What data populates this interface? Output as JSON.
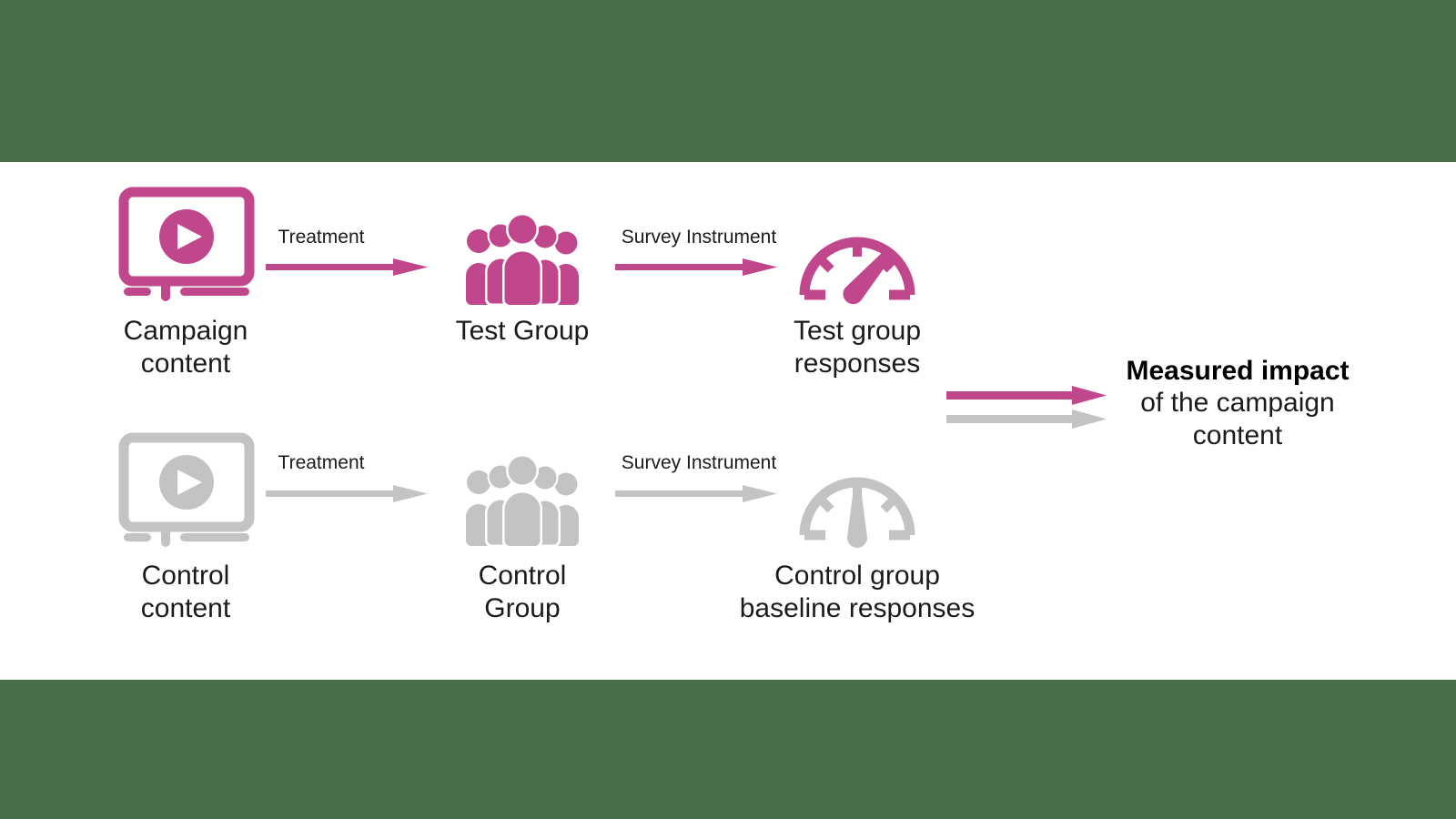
{
  "theme": {
    "banner_color": "#4a6e49",
    "background_color": "#ffffff",
    "test_color": "#c1478c",
    "control_color": "#c3c3c3",
    "text_color": "#1b1b1b"
  },
  "diagram": {
    "type": "flow",
    "rows": [
      {
        "id": "test-row",
        "variant": "test",
        "color": "#c1478c",
        "nodes": [
          {
            "id": "campaign-content",
            "icon": "video-player-icon",
            "label": "Campaign\ncontent"
          },
          {
            "id": "test-group",
            "icon": "people-group-icon",
            "label": "Test Group"
          },
          {
            "id": "test-group-responses",
            "icon": "gauge-icon",
            "label": "Test group\nresponses"
          }
        ],
        "edges": [
          {
            "id": "edge-treatment-test",
            "label": "Treatment"
          },
          {
            "id": "edge-survey-test",
            "label": "Survey Instrument"
          }
        ]
      },
      {
        "id": "control-row",
        "variant": "control",
        "color": "#c3c3c3",
        "nodes": [
          {
            "id": "control-content",
            "icon": "video-player-icon",
            "label": "Control\ncontent"
          },
          {
            "id": "control-group",
            "icon": "people-group-icon",
            "label": "Control\nGroup"
          },
          {
            "id": "control-group-responses",
            "icon": "gauge-icon",
            "label": "Control group\nbaseline responses"
          }
        ],
        "edges": [
          {
            "id": "edge-treatment-control",
            "label": "Treatment"
          },
          {
            "id": "edge-survey-control",
            "label": "Survey Instrument"
          }
        ]
      }
    ],
    "outcome": {
      "id": "measured-impact",
      "title": "Measured impact",
      "subtitle": "of the campaign\ncontent",
      "arrows": [
        {
          "id": "impact-arrow-test",
          "color": "#c1478c"
        },
        {
          "id": "impact-arrow-control",
          "color": "#c3c3c3"
        }
      ]
    }
  }
}
